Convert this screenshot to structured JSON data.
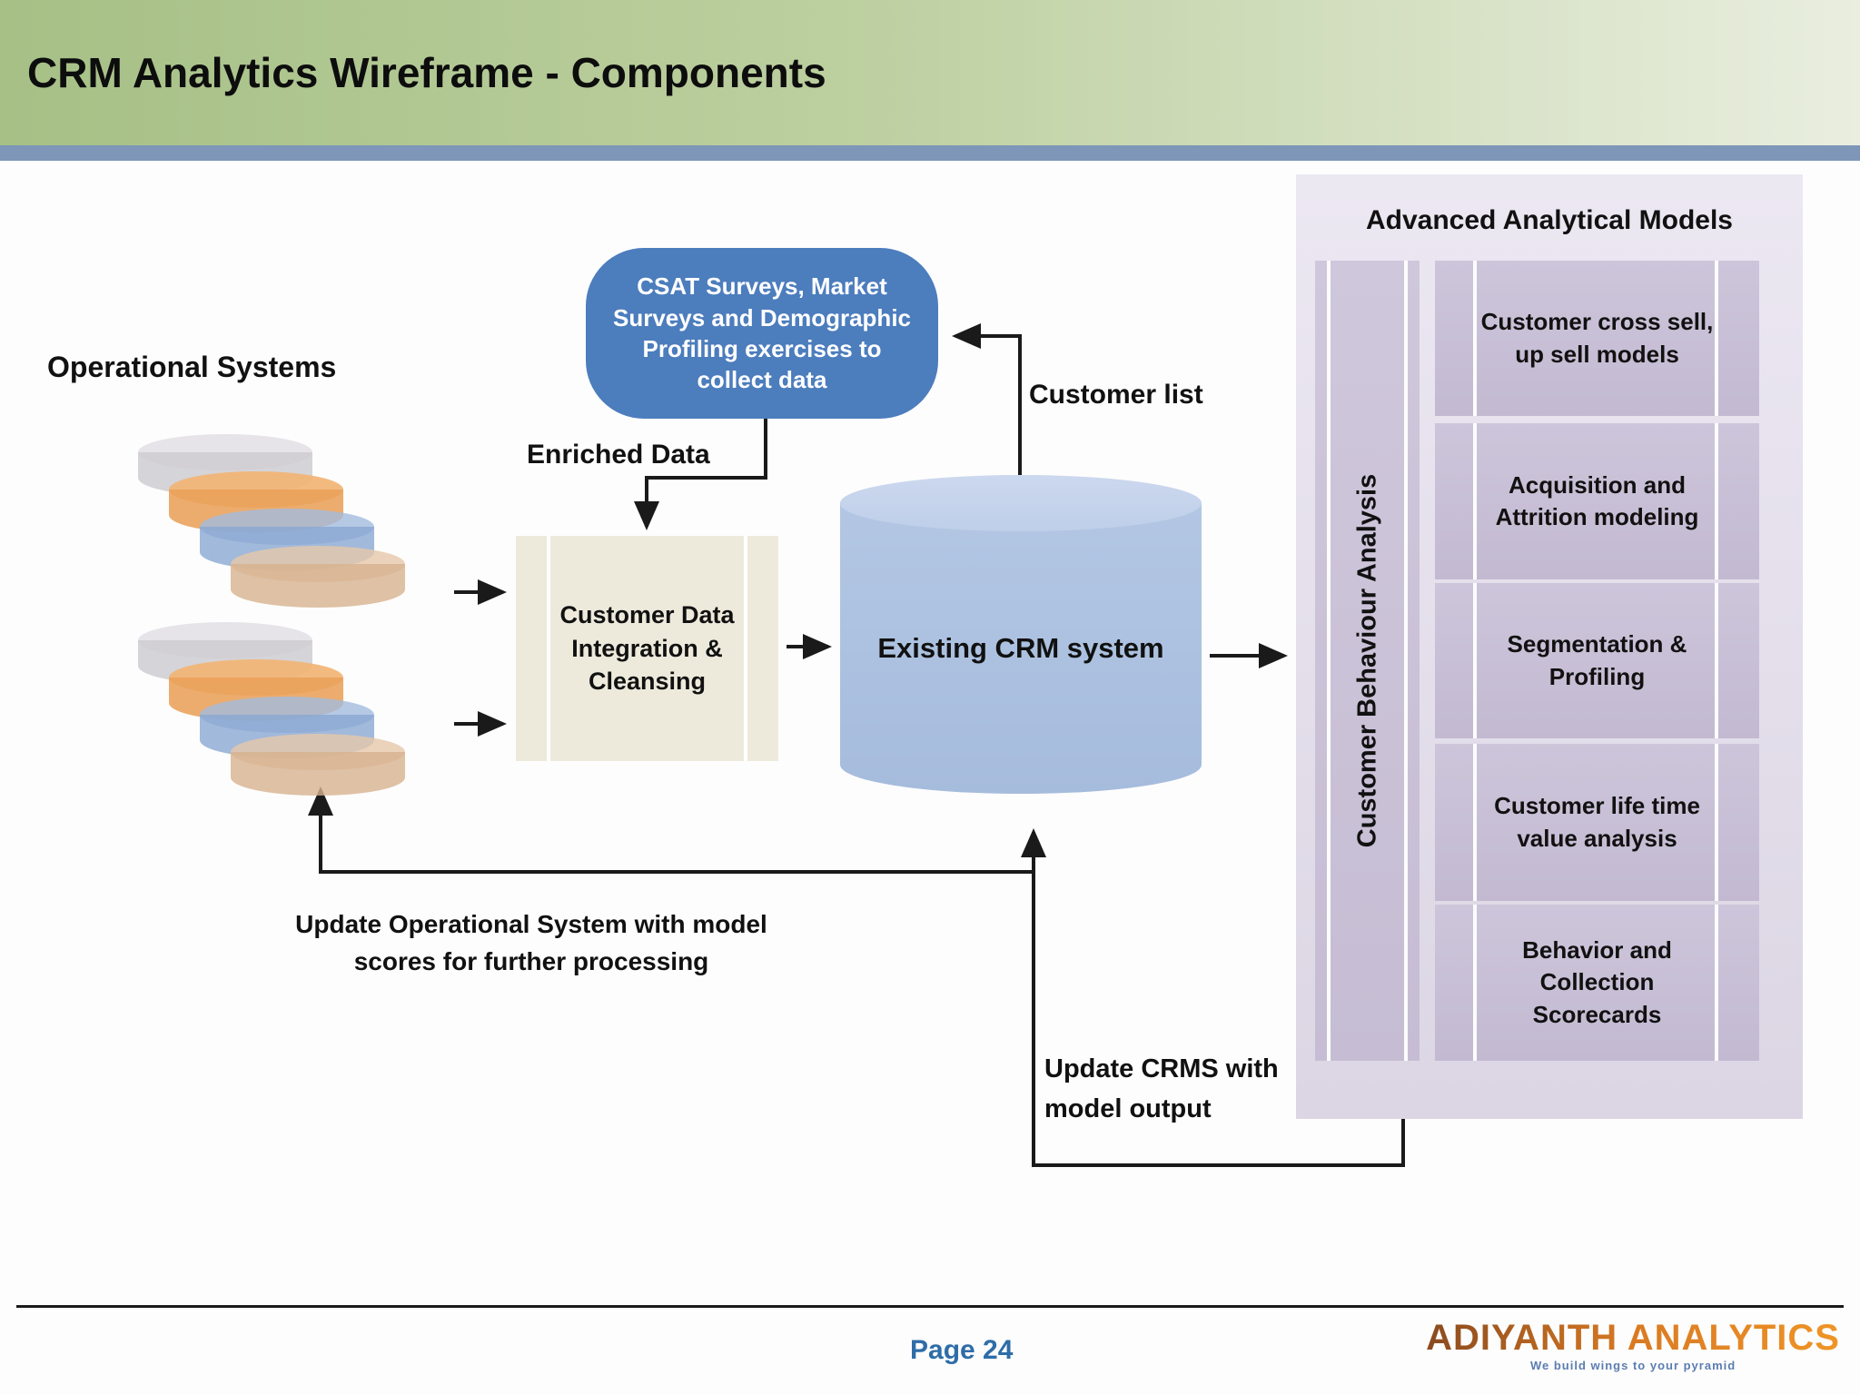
{
  "header": {
    "title": "CRM Analytics Wireframe - Components"
  },
  "diagram": {
    "operational_systems_label": "Operational Systems",
    "csat_box_label": "CSAT Surveys, Market\nSurveys and Demographic\nProfiling exercises to\ncollect data",
    "enriched_data_label": "Enriched Data",
    "cdi_box_label": "Customer Data\nIntegration &\nCleansing",
    "crm_cylinder_label": "Existing CRM system",
    "customer_list_label": "Customer list",
    "update_ops_label": "Update Operational System with model\nscores for further processing",
    "update_crms_label": "Update CRMS with\nmodel output",
    "panel": {
      "title": "Advanced Analytical Models",
      "sidebar_label": "Customer Behaviour Analysis",
      "models": [
        "Customer cross sell,\nup sell models",
        "Acquisition and\nAttrition modeling",
        "Segmentation &\nProfiling",
        "Customer life time\nvalue analysis",
        "Behavior and\nCollection\nScorecards"
      ]
    }
  },
  "footer": {
    "page_label": "Page 24",
    "logo_text": "ADIYANTH ANALYTICS",
    "logo_tagline": "We build wings to your pyramid"
  },
  "colors": {
    "header_green": "#a6c086",
    "header_stripe_blue": "#7e96b8",
    "csat_blue": "#4c7dbd",
    "cylinder_blue": "#abc0e0",
    "process_beige": "#edeadc",
    "panel_lavender": "#e7e3ee",
    "model_purple": "#c7bed5",
    "page_number_blue": "#2e6da8",
    "logo_orange": "#c96f26",
    "connector_black": "#1a1a1a"
  }
}
